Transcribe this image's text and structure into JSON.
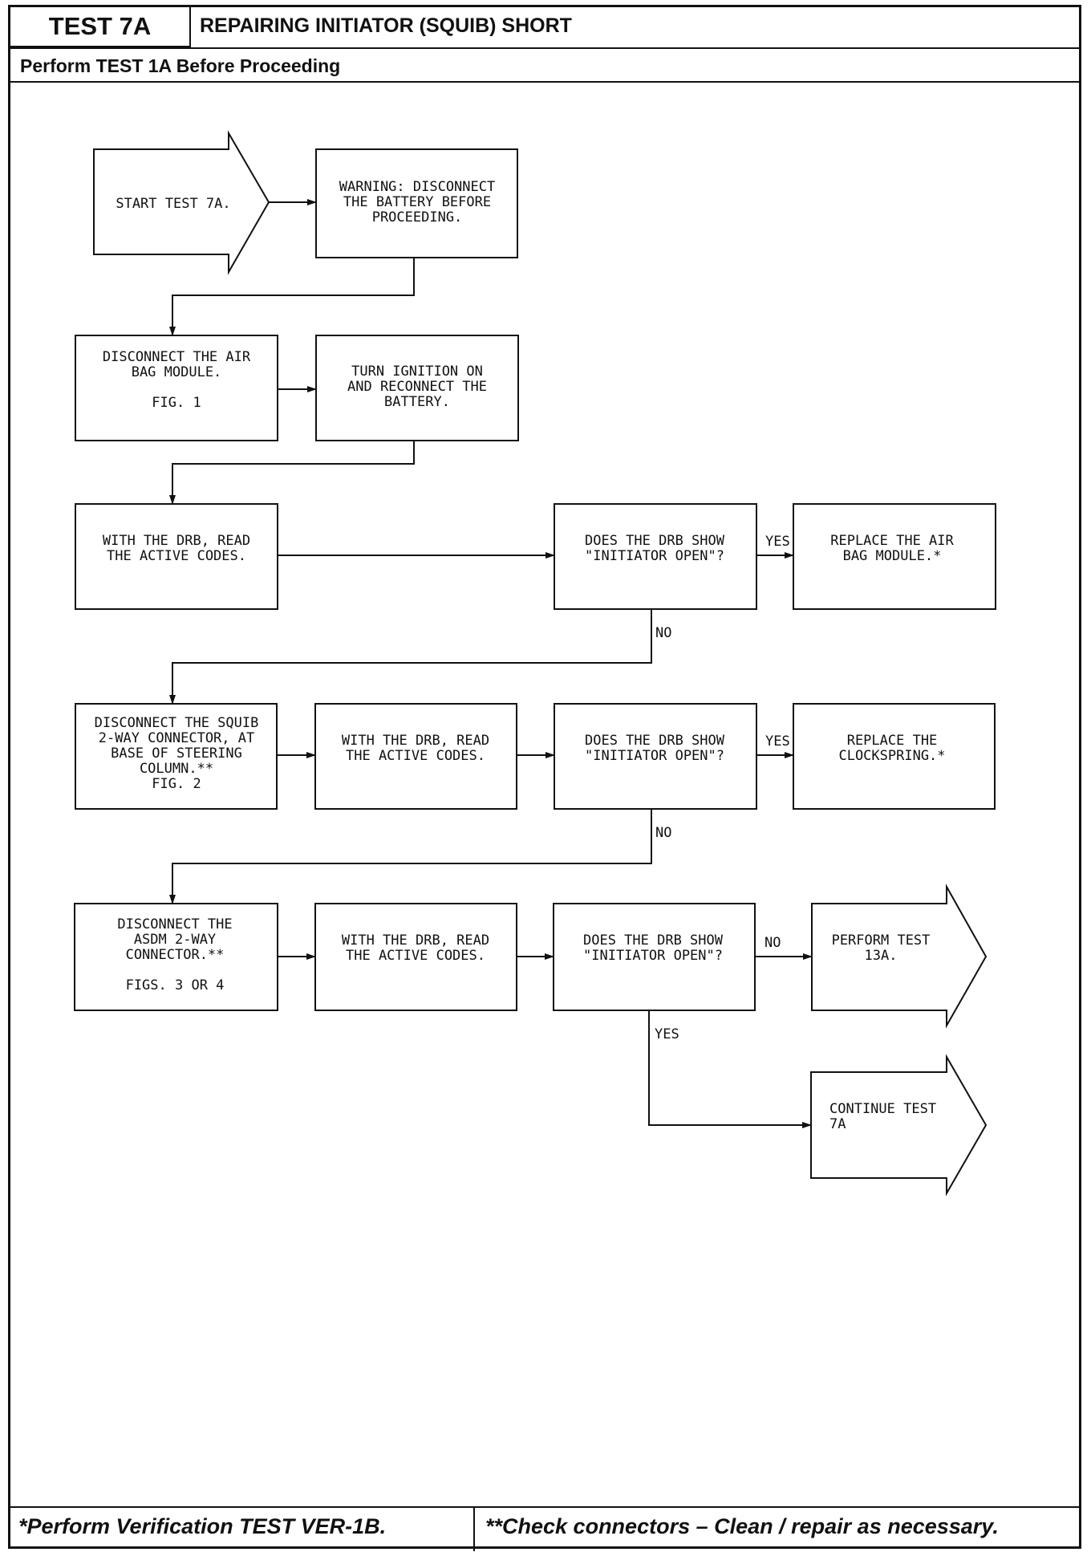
{
  "header": {
    "test_id": "TEST 7A",
    "title": "REPAIRING INITIATOR (SQUIB) SHORT",
    "subtitle": "Perform TEST 1A Before Proceeding"
  },
  "footer": {
    "note_1": "*Perform Verification TEST VER-1B.",
    "note_2": "**Check connectors – Clean / repair as necessary."
  },
  "flow": {
    "start": [
      "START TEST 7A."
    ],
    "warning": [
      "WARNING:  DISCONNECT",
      "THE BATTERY BEFORE",
      "PROCEEDING."
    ],
    "disconnect_module": [
      "DISCONNECT THE AIR",
      "BAG MODULE.",
      "",
      "FIG. 1"
    ],
    "ignition_on": [
      "TURN IGNITION ON",
      "AND RECONNECT THE",
      "BATTERY."
    ],
    "read_codes_1": [
      "WITH THE DRB, READ",
      "THE ACTIVE CODES."
    ],
    "question_1": [
      "DOES THE DRB SHOW",
      "\"INITIATOR OPEN\"?"
    ],
    "replace_module": [
      "REPLACE THE AIR",
      "BAG MODULE.*"
    ],
    "disconnect_squib": [
      "DISCONNECT THE SQUIB",
      "2-WAY CONNECTOR, AT",
      "BASE OF STEERING",
      "COLUMN.**",
      "FIG. 2"
    ],
    "read_codes_2": [
      "WITH THE DRB, READ",
      "THE ACTIVE CODES."
    ],
    "question_2": [
      "DOES THE DRB SHOW",
      "\"INITIATOR OPEN\"?"
    ],
    "replace_clockspring": [
      "REPLACE THE",
      "CLOCKSPRING.*"
    ],
    "disconnect_asdm": [
      "DISCONNECT THE",
      "ASDM 2-WAY",
      "CONNECTOR.**",
      "",
      "FIGS. 3 OR 4"
    ],
    "read_codes_3": [
      "WITH THE DRB, READ",
      "THE ACTIVE CODES."
    ],
    "question_3": [
      "DOES THE DRB SHOW",
      "\"INITIATOR OPEN\"?"
    ],
    "perform_13a": [
      "PERFORM TEST",
      "13A."
    ],
    "continue_7a": [
      "CONTINUE TEST",
      "7A"
    ]
  },
  "labels": {
    "yes": "YES",
    "no": "NO"
  }
}
